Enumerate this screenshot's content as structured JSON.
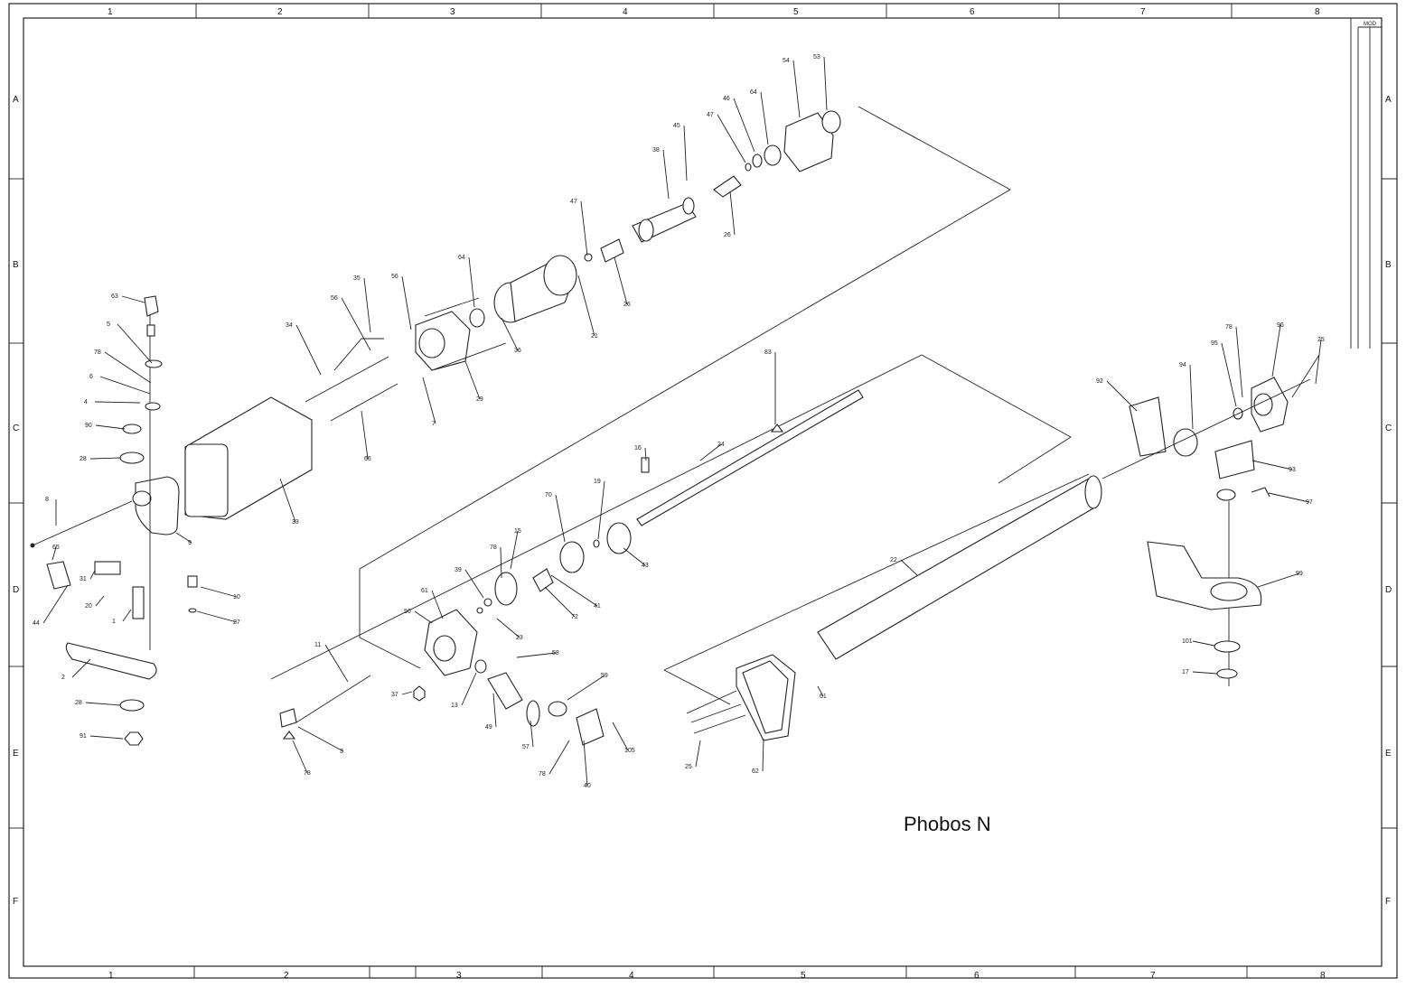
{
  "drawing": {
    "title": "Phobos N",
    "revision_header": "MOD",
    "column_markers": [
      "1",
      "2",
      "3",
      "4",
      "5",
      "6",
      "7",
      "8"
    ],
    "row_markers": [
      "A",
      "B",
      "C",
      "D",
      "E",
      "F"
    ]
  },
  "part_labels": [
    "63",
    "5",
    "78",
    "6",
    "4",
    "90",
    "28",
    "8",
    "9",
    "65",
    "31",
    "20",
    "44",
    "1",
    "10",
    "27",
    "2",
    "28",
    "91",
    "34",
    "35",
    "56",
    "56",
    "64",
    "29",
    "7",
    "66",
    "33",
    "36",
    "21",
    "47",
    "26",
    "38",
    "45",
    "26",
    "47",
    "46",
    "64",
    "54",
    "53",
    "83",
    "24",
    "16",
    "19",
    "70",
    "43",
    "41",
    "72",
    "15",
    "78",
    "39",
    "23",
    "61",
    "50",
    "11",
    "58",
    "59",
    "37",
    "13",
    "49",
    "57",
    "105",
    "40",
    "78",
    "3",
    "78",
    "22",
    "61",
    "62",
    "25",
    "92",
    "94",
    "95",
    "78",
    "96",
    "25",
    "93",
    "97",
    "99",
    "101",
    "17"
  ]
}
